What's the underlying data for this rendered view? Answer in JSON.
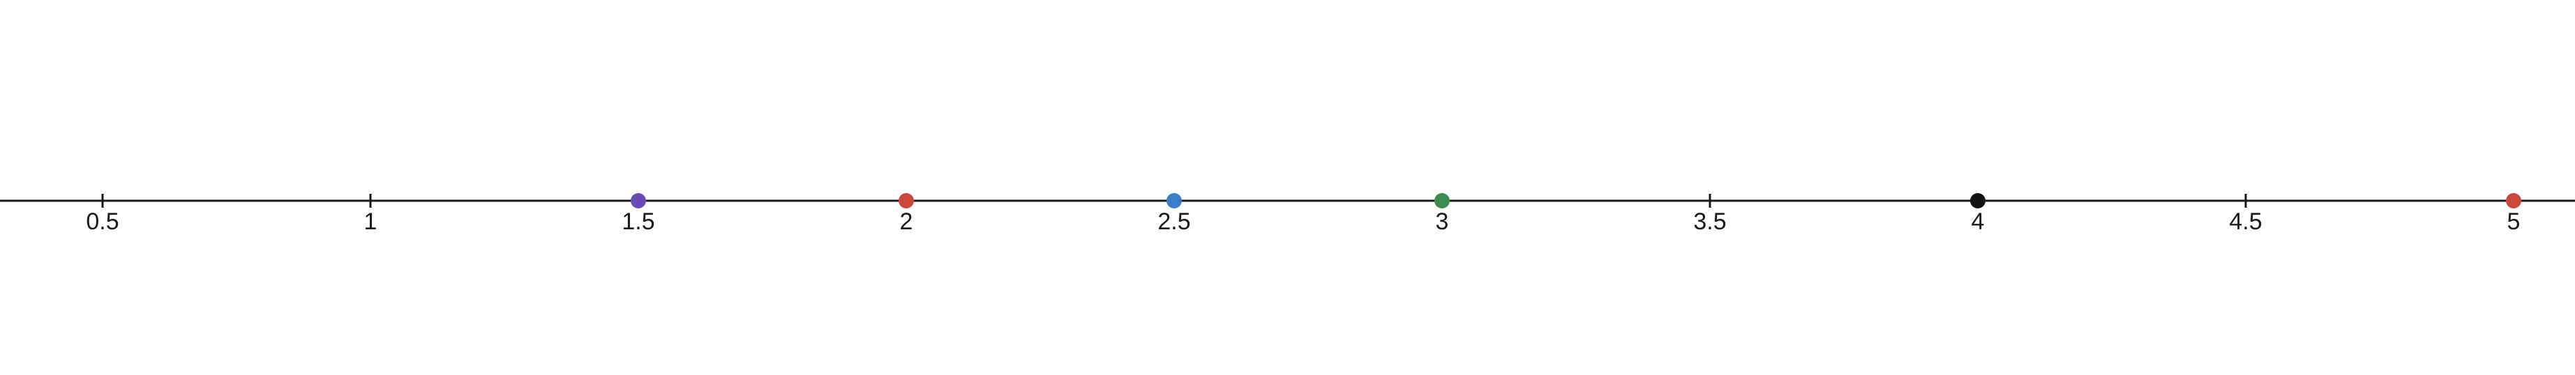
{
  "chart_data": {
    "type": "scatter",
    "title": "",
    "xlabel": "",
    "ylabel": "",
    "xlim": [
      0.37,
      5.18
    ],
    "ticks": [
      0.5,
      1,
      1.5,
      2,
      2.5,
      3,
      3.5,
      4,
      4.5,
      5
    ],
    "tick_labels": [
      "0.5",
      "1",
      "1.5",
      "2",
      "2.5",
      "3",
      "3.5",
      "4",
      "4.5",
      "5"
    ],
    "points": [
      {
        "x": 1.5,
        "color": "#6a4bb3"
      },
      {
        "x": 2,
        "color": "#c9473f"
      },
      {
        "x": 2.5,
        "color": "#3a7dc4"
      },
      {
        "x": 3,
        "color": "#3e8a4f"
      },
      {
        "x": 4,
        "color": "#111111"
      },
      {
        "x": 5,
        "color": "#c9473f"
      }
    ],
    "grid": false,
    "legend": "none"
  }
}
